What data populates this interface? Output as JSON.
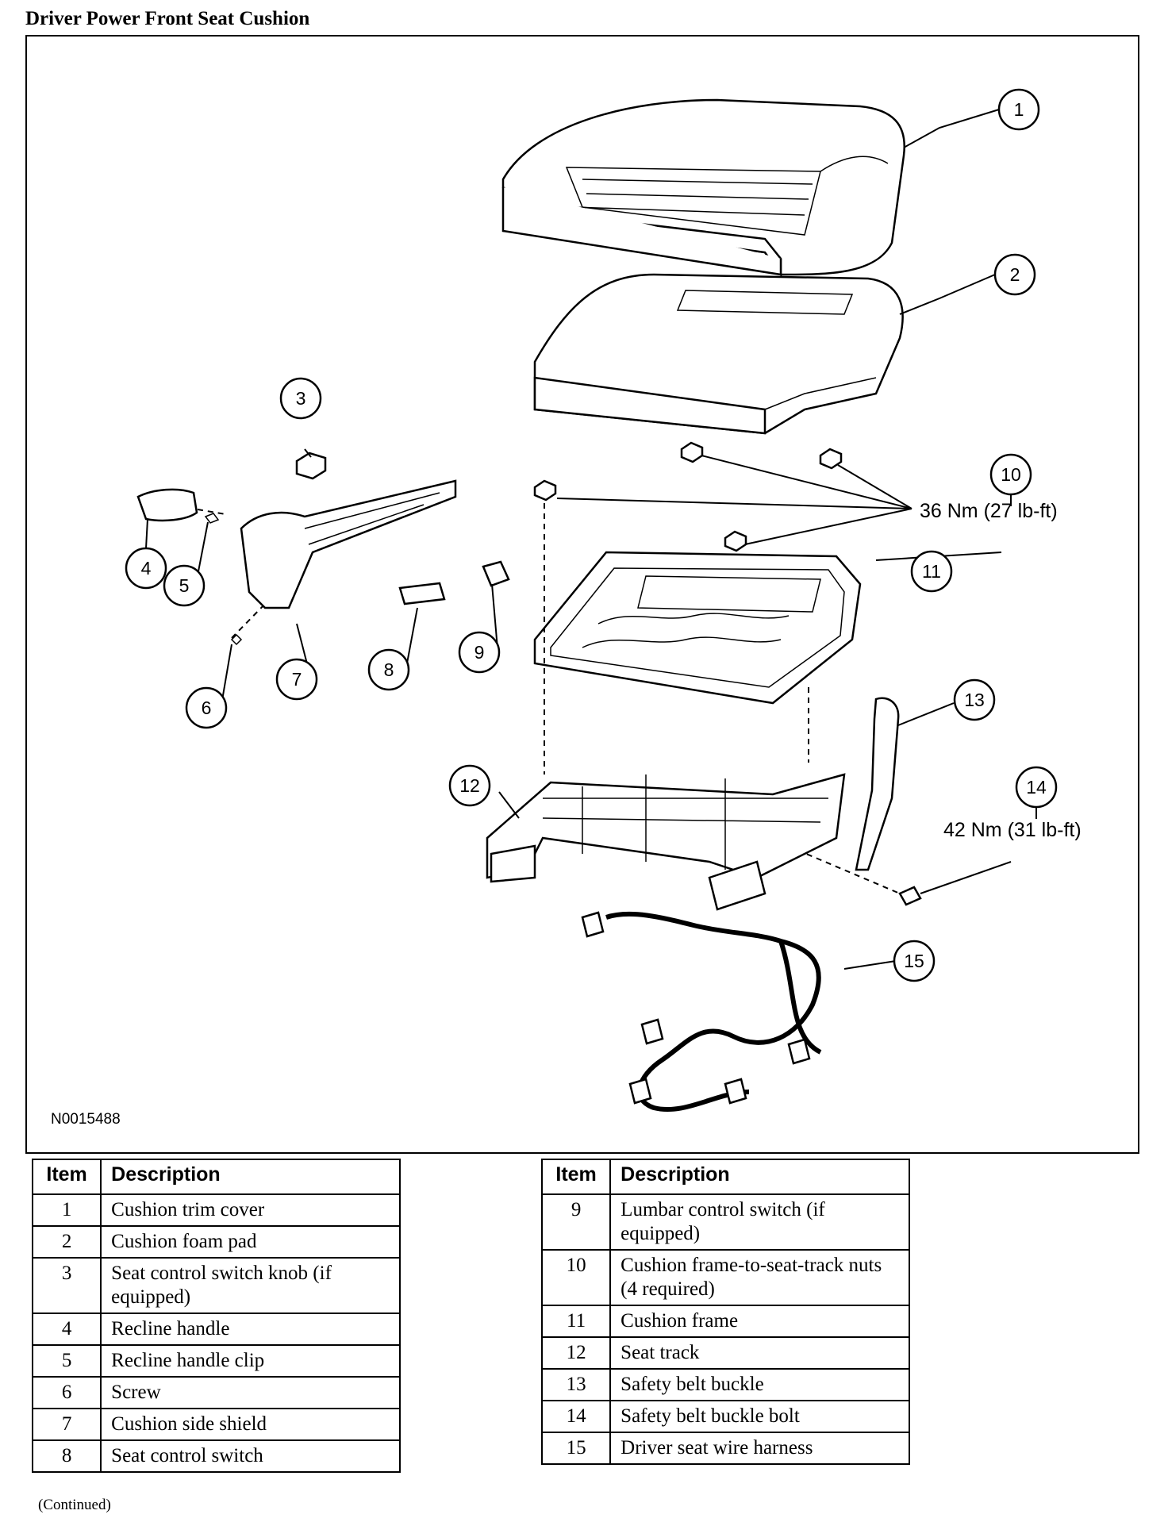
{
  "title": "Driver Power Front Seat Cushion",
  "figure_id": "N0015488",
  "callouts": [
    "1",
    "2",
    "3",
    "4",
    "5",
    "6",
    "7",
    "8",
    "9",
    "10",
    "11",
    "12",
    "13",
    "14",
    "15"
  ],
  "torque": {
    "nuts": "36 Nm (27 lb-ft)",
    "bolt": "42 Nm (31 lb-ft)"
  },
  "table": {
    "headers": {
      "item": "Item",
      "description": "Description"
    },
    "rows": [
      {
        "item": "1",
        "description": "Cushion trim cover"
      },
      {
        "item": "2",
        "description": "Cushion foam pad"
      },
      {
        "item": "3",
        "description": "Seat control switch knob (if equipped)"
      },
      {
        "item": "4",
        "description": "Recline handle"
      },
      {
        "item": "5",
        "description": "Recline handle clip"
      },
      {
        "item": "6",
        "description": "Screw"
      },
      {
        "item": "7",
        "description": "Cushion side shield"
      },
      {
        "item": "8",
        "description": "Seat control switch"
      },
      {
        "item": "9",
        "description": "Lumbar control switch (if equipped)"
      },
      {
        "item": "10",
        "description": "Cushion frame-to-seat-track nuts (4 required)"
      },
      {
        "item": "11",
        "description": "Cushion frame"
      },
      {
        "item": "12",
        "description": "Seat track"
      },
      {
        "item": "13",
        "description": "Safety belt buckle"
      },
      {
        "item": "14",
        "description": "Safety belt buckle bolt"
      },
      {
        "item": "15",
        "description": "Driver seat wire harness"
      }
    ]
  },
  "continued": "(Continued)"
}
